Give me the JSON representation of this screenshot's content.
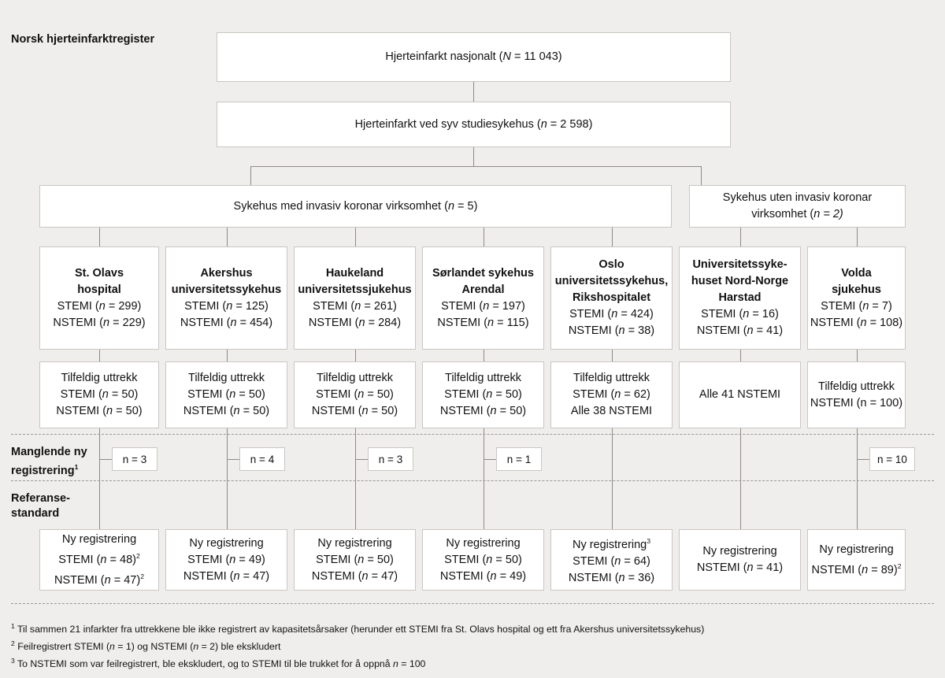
{
  "diagram": {
    "title_label": "Norsk hjerteinfarktregister",
    "side_labels": {
      "missing_registration": "Manglende ny registrering",
      "missing_registration_sup": "1",
      "reference_standard_line1": "Referanse-",
      "reference_standard_line2": "standard"
    },
    "level1": {
      "label": "Hjerteinfarkt nasjonalt (N = 11 043)",
      "prefix": "Hjerteinfarkt nasjonalt (",
      "symbol": "N",
      "value": " = 11 043)"
    },
    "level2": {
      "label": "Hjerteinfarkt ved syv studiesykehus (n = 2 598)",
      "prefix": "Hjerteinfarkt ved syv studiesykehus (",
      "symbol": "n",
      "value": " = 2 598)"
    },
    "level3": [
      {
        "name": "invasive-group",
        "prefix": "Sykehus med invasiv koronar virksomhet (",
        "symbol": "n",
        "value": " = 5)"
      },
      {
        "name": "non-invasive-group",
        "line1": "Sykehus uten invasiv koronar",
        "prefix": "virksomhet (",
        "symbol": "n",
        "value": " = 2)"
      }
    ],
    "hospitals": [
      {
        "id": "st-olavs",
        "title_lines": [
          "St. Olavs",
          "hospital"
        ],
        "stemi": {
          "label": "STEMI (",
          "symbol": "n",
          "value": " = 299)"
        },
        "nstemi": {
          "label": "NSTEMI (",
          "symbol": "n",
          "value": " = 229)"
        },
        "sample": {
          "heading": "Tilfeldig uttrekk",
          "line2": {
            "label": "STEMI (",
            "symbol": "n",
            "value": " = 50)"
          },
          "line3": {
            "label": "NSTEMI (",
            "symbol": "n",
            "value": " = 50)"
          }
        },
        "missing": "n = 3",
        "reference": {
          "heading": "Ny registrering",
          "heading_sup": "",
          "line2": {
            "label": "STEMI (",
            "symbol": "n",
            "value": " = 48)",
            "sup": "2"
          },
          "line3": {
            "label": "NSTEMI (",
            "symbol": "n",
            "value": " = 47)",
            "sup": "2"
          }
        }
      },
      {
        "id": "akershus",
        "title_lines": [
          "Akershus",
          "universitetssykehus"
        ],
        "stemi": {
          "label": "STEMI (",
          "symbol": "n",
          "value": " = 125)"
        },
        "nstemi": {
          "label": "NSTEMI (",
          "symbol": "n",
          "value": " = 454)"
        },
        "sample": {
          "heading": "Tilfeldig uttrekk",
          "line2": {
            "label": "STEMI (",
            "symbol": "n",
            "value": " = 50)"
          },
          "line3": {
            "label": "NSTEMI (",
            "symbol": "n",
            "value": " = 50)"
          }
        },
        "missing": "n = 4",
        "reference": {
          "heading": "Ny registrering",
          "heading_sup": "",
          "line2": {
            "label": "STEMI (",
            "symbol": "n",
            "value": " = 49)",
            "sup": ""
          },
          "line3": {
            "label": "NSTEMI (",
            "symbol": "n",
            "value": " = 47)",
            "sup": ""
          }
        }
      },
      {
        "id": "haukeland",
        "title_lines": [
          "Haukeland",
          "universitetssjukehus"
        ],
        "stemi": {
          "label": "STEMI (",
          "symbol": "n",
          "value": " = 261)"
        },
        "nstemi": {
          "label": "NSTEMI (",
          "symbol": "n",
          "value": " = 284)"
        },
        "sample": {
          "heading": "Tilfeldig uttrekk",
          "line2": {
            "label": "STEMI (",
            "symbol": "n",
            "value": " = 50)"
          },
          "line3": {
            "label": "NSTEMI (",
            "symbol": "n",
            "value": " = 50)"
          }
        },
        "missing": "n = 3",
        "reference": {
          "heading": "Ny registrering",
          "heading_sup": "",
          "line2": {
            "label": "STEMI (",
            "symbol": "n",
            "value": " = 50)",
            "sup": ""
          },
          "line3": {
            "label": "NSTEMI (",
            "symbol": "n",
            "value": " = 47)",
            "sup": ""
          }
        }
      },
      {
        "id": "sorlandet-arendal",
        "title_lines": [
          "Sørlandet sykehus",
          "Arendal"
        ],
        "stemi": {
          "label": "STEMI (",
          "symbol": "n",
          "value": " = 197)"
        },
        "nstemi": {
          "label": "NSTEMI (",
          "symbol": "n",
          "value": " = 115)"
        },
        "sample": {
          "heading": "Tilfeldig uttrekk",
          "line2": {
            "label": "STEMI (",
            "symbol": "n",
            "value": " = 50)"
          },
          "line3": {
            "label": "NSTEMI (",
            "symbol": "n",
            "value": " = 50)"
          }
        },
        "missing": "n = 1",
        "reference": {
          "heading": "Ny registrering",
          "heading_sup": "",
          "line2": {
            "label": "STEMI (",
            "symbol": "n",
            "value": " = 50)",
            "sup": ""
          },
          "line3": {
            "label": "NSTEMI (",
            "symbol": "n",
            "value": " = 49)",
            "sup": ""
          }
        }
      },
      {
        "id": "oslo-rikshospitalet",
        "title_lines": [
          "Oslo",
          "universitetssykehus,",
          "Rikshospitalet"
        ],
        "stemi": {
          "label": "STEMI (",
          "symbol": "n",
          "value": " = 424)"
        },
        "nstemi": {
          "label": "NSTEMI (",
          "symbol": "n",
          "value": " = 38)"
        },
        "sample": {
          "heading": "Tilfeldig uttrekk",
          "line2": {
            "label": "STEMI (",
            "symbol": "n",
            "value": " = 62)"
          },
          "line3_plain": "Alle 38 NSTEMI"
        },
        "missing": "",
        "reference": {
          "heading": "Ny registrering",
          "heading_sup": "3",
          "line2": {
            "label": "STEMI (",
            "symbol": "n",
            "value": " = 64)",
            "sup": ""
          },
          "line3": {
            "label": "NSTEMI (",
            "symbol": "n",
            "value": " = 36)",
            "sup": ""
          }
        }
      },
      {
        "id": "unn-harstad",
        "title_lines": [
          "Universitetssyke-",
          "huset Nord-Norge",
          "Harstad"
        ],
        "stemi": {
          "label": "STEMI (",
          "symbol": "n",
          "value": " = 16)"
        },
        "nstemi": {
          "label": "NSTEMI (",
          "symbol": "n",
          "value": " = 41)"
        },
        "sample": {
          "heading_plain": "Alle 41 NSTEMI"
        },
        "missing": "",
        "reference": {
          "heading": "Ny registrering",
          "heading_sup": "",
          "line3": {
            "label": "NSTEMI (",
            "symbol": "n",
            "value": " = 41)",
            "sup": ""
          }
        }
      },
      {
        "id": "volda",
        "title_lines": [
          "Volda",
          "sjukehus"
        ],
        "stemi": {
          "label": "STEMI (",
          "symbol": "n",
          "value": " = 7)"
        },
        "nstemi": {
          "label": "NSTEMI (",
          "symbol": "n",
          "value": " = 108)"
        },
        "sample": {
          "heading": "Tilfeldig uttrekk",
          "line2_plain": "NSTEMI (n = 100)"
        },
        "missing": "n = 10",
        "reference": {
          "heading": "Ny registrering",
          "heading_sup": "",
          "line3": {
            "label": "NSTEMI (",
            "symbol": "n",
            "value": " = 89)",
            "sup": "2"
          }
        }
      }
    ],
    "footnotes": [
      {
        "marker": "1",
        "text": "Til sammen 21 infarkter fra uttrekkene ble ikke registrert av kapasitetsårsaker (herunder ett STEMI fra St. Olavs hospital og ett fra Akershus universitetssykehus)"
      },
      {
        "marker": "2",
        "prefix": "Feilregistrert STEMI (",
        "sym1": "n",
        "mid": " = 1) og NSTEMI (",
        "sym2": "n",
        "suffix": " = 2) ble ekskludert"
      },
      {
        "marker": "3",
        "prefix": "To NSTEMI som var feilregistrert, ble ekskludert, og to STEMI til ble trukket for å oppnå ",
        "sym1": "n",
        "suffix": " = 100"
      }
    ],
    "colors": {
      "background": "#f0eeec",
      "box_fill": "#ffffff",
      "box_border": "#c9c6c3",
      "connector": "#8d8a87",
      "text": "#111111"
    }
  }
}
